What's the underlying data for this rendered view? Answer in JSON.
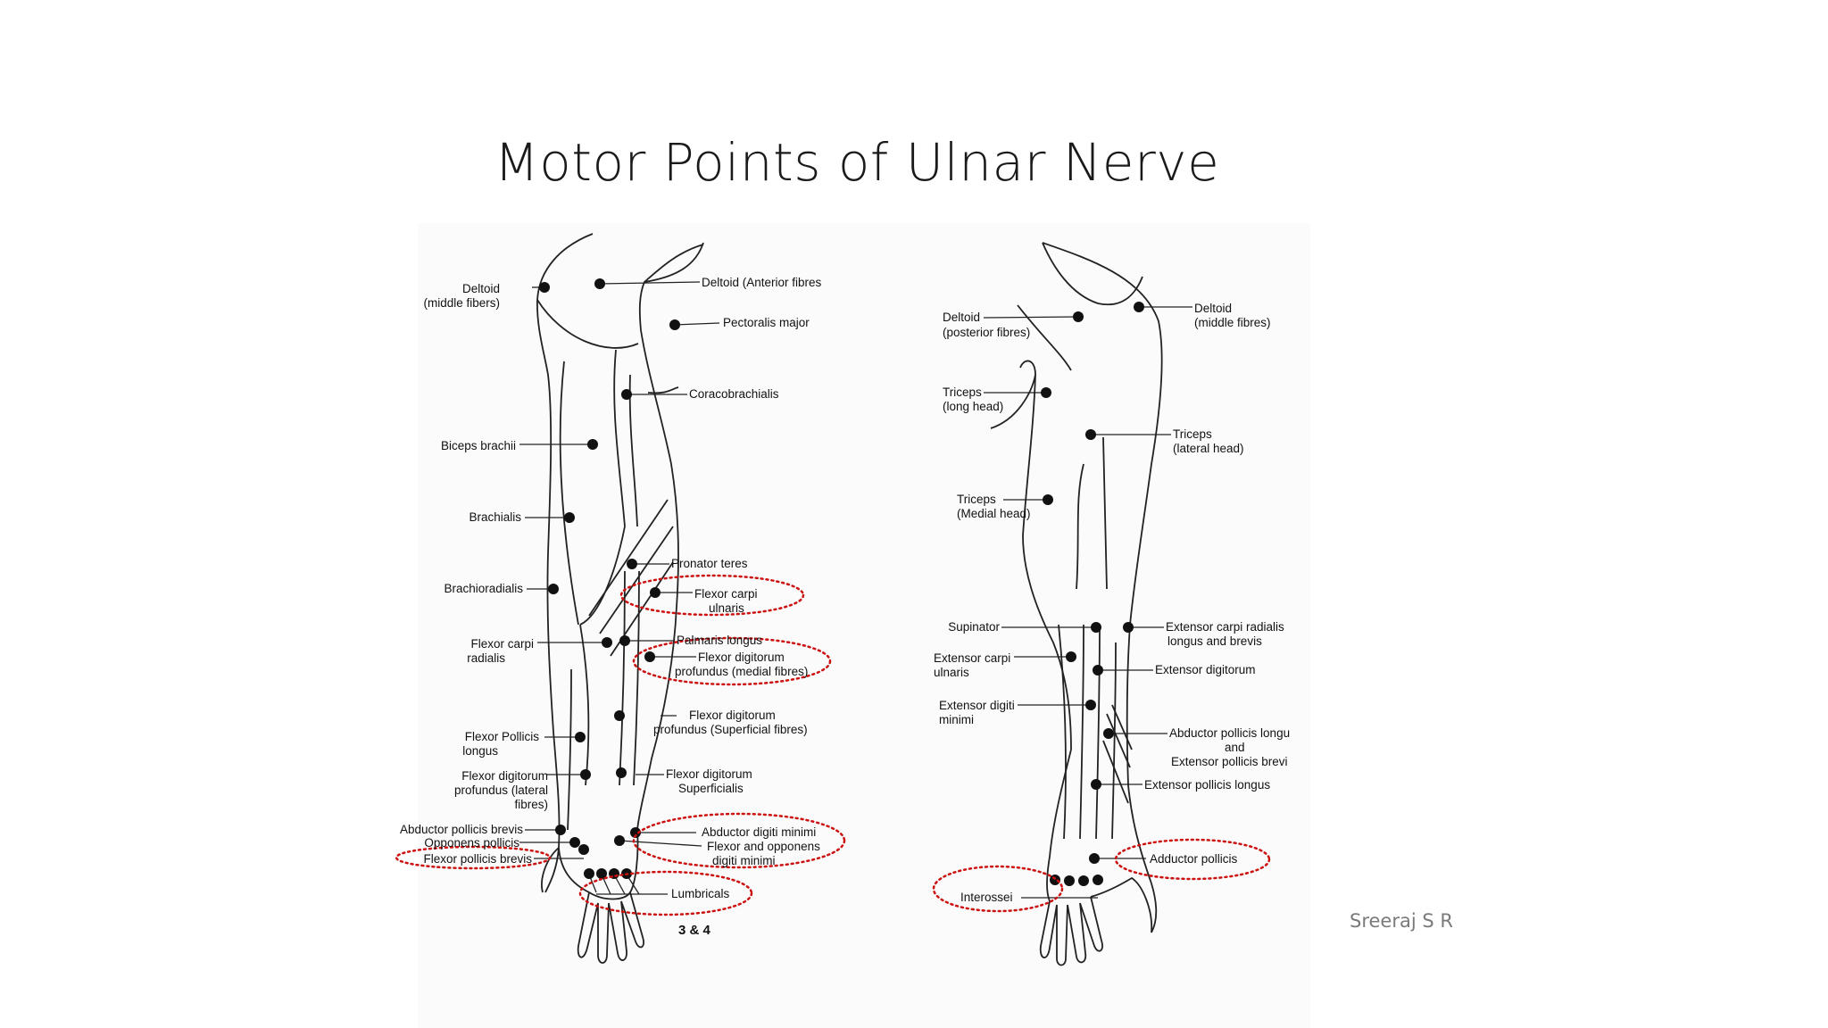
{
  "slide": {
    "title": "Motor Points of Ulnar Nerve",
    "author": "Sreeraj S R"
  },
  "colors": {
    "highlight_ring": "#cc1111",
    "outline": "#222222"
  },
  "anterior": {
    "left_labels": {
      "deltoid_middle": [
        "Deltoid",
        "(middle fibers)"
      ],
      "biceps": [
        "Biceps brachii"
      ],
      "brachialis": [
        "Brachialis"
      ],
      "brachioradialis": [
        "Brachioradialis"
      ],
      "fcr": [
        "Flexor carpi",
        "radialis"
      ],
      "fpl": [
        "Flexor Pollicis",
        "longus"
      ],
      "fdp_lateral": [
        "Flexor digitorum",
        "profundus (lateral",
        "fibres)"
      ],
      "apb": [
        "Abductor pollicis brevis"
      ],
      "op": [
        "Opponens pollicis"
      ],
      "fpb": [
        "Flexor pollicis brevis"
      ]
    },
    "right_labels": {
      "deltoid_anterior": [
        "Deltoid (Anterior fibres"
      ],
      "pectoralis": [
        "Pectoralis major"
      ],
      "coracobrachialis": [
        "Coracobrachialis"
      ],
      "pronator": [
        "Pronator teres"
      ],
      "fcu": [
        "Flexor carpi",
        "ulnaris"
      ],
      "palmaris": [
        "Palmaris longus"
      ],
      "fdp_medial": [
        "Flexor digitorum",
        "profundus (medial fibres)"
      ],
      "fds_superficial": [
        "Flexor digitorum",
        "profundus (Superficial fibres)"
      ],
      "fds": [
        "Flexor digitorum",
        "Superficialis"
      ],
      "adm": [
        "Abductor digiti minimi",
        "Flexor and opponens",
        "digiti minimi"
      ],
      "lumbricals": [
        "Lumbricals"
      ]
    },
    "hand_note": "3 & 4"
  },
  "posterior": {
    "left_labels": {
      "deltoid_posterior": [
        "Deltoid",
        "(posterior fibres)"
      ],
      "triceps_long": [
        "Triceps",
        "(long head)"
      ],
      "triceps_medial": [
        "Triceps",
        "(Medial head)"
      ],
      "supinator": [
        "Supinator"
      ],
      "ecu": [
        "Extensor carpi",
        "ulnaris"
      ],
      "edm": [
        "Extensor digiti",
        "minimi"
      ],
      "interossei": [
        "Interossei"
      ]
    },
    "right_labels": {
      "deltoid_middle": [
        "Deltoid",
        "(middle fibres)"
      ],
      "triceps_lateral": [
        "Triceps",
        "(lateral head)"
      ],
      "ecrl": [
        "Extensor carpi radialis",
        "longus and brevis"
      ],
      "ed": [
        "Extensor digitorum"
      ],
      "apl": [
        "Abductor pollicis longu",
        "and",
        "Extensor pollicis brevi"
      ],
      "epl": [
        "Extensor pollicis longus"
      ],
      "adductor": [
        "Adductor pollicis"
      ]
    }
  }
}
